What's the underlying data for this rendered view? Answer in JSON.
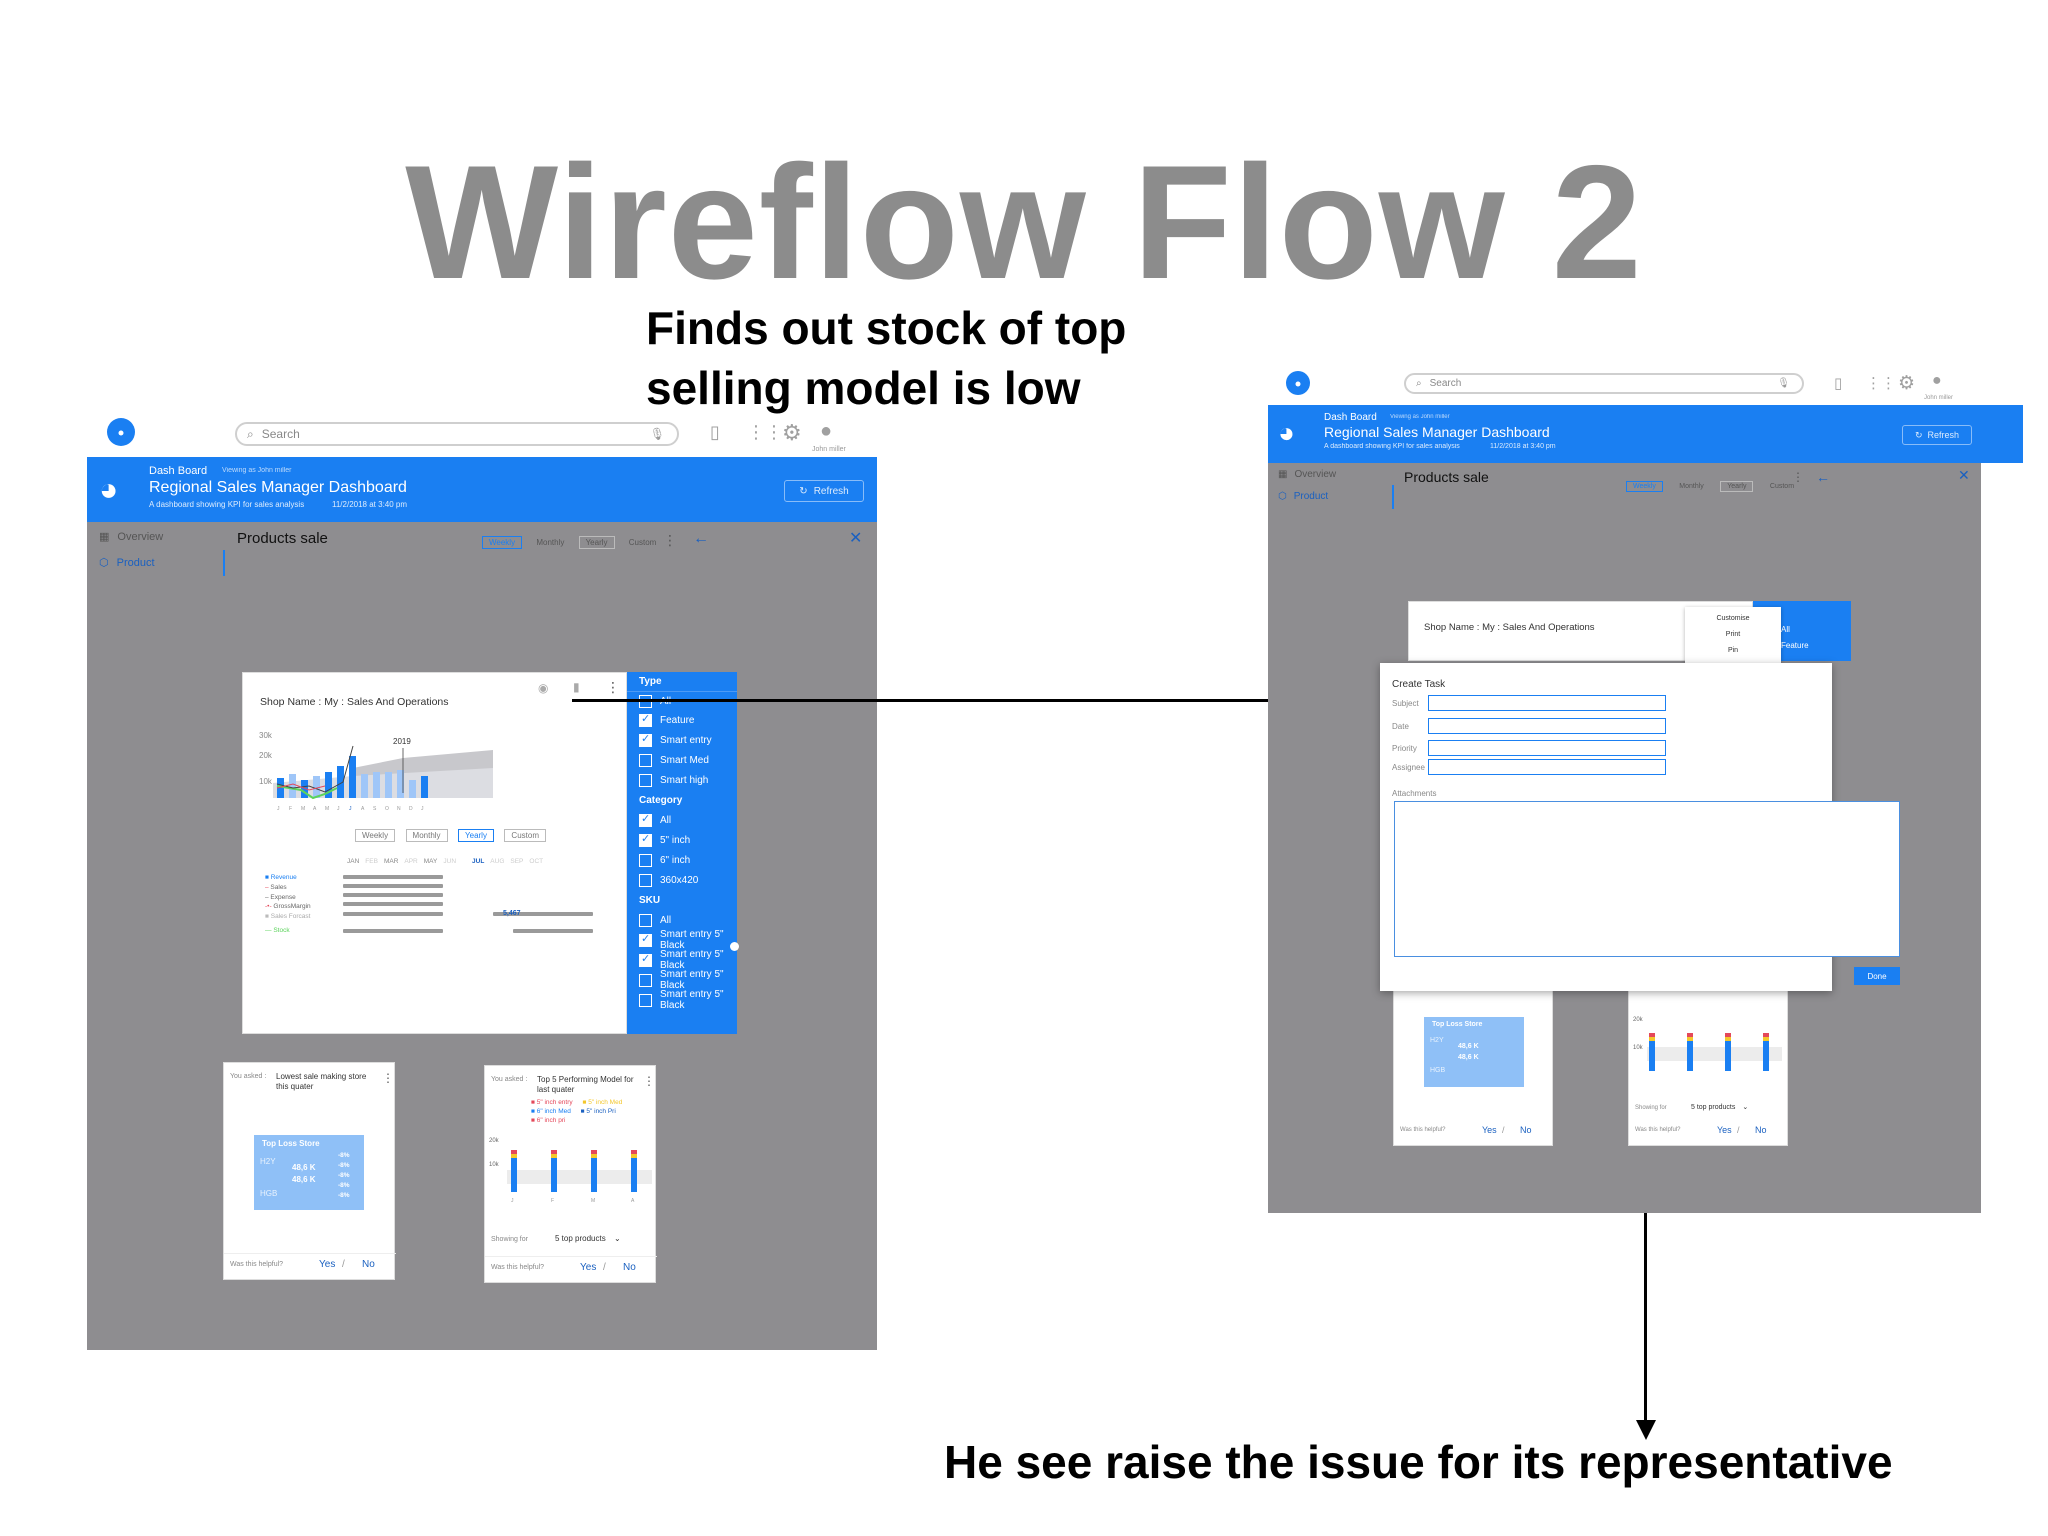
{
  "slide": {
    "title": "Wireflow Flow 2",
    "caption_top": "Finds out stock of top selling model is low",
    "caption_bottom": "He see raise the issue for its representative"
  },
  "left_screen": {
    "search_placeholder": "Search",
    "user_name": "John miller",
    "header": {
      "section": "Dash Board",
      "viewing_as": "Viewing as John miller",
      "title": "Regional Sales Manager Dashboard",
      "subtitle": "A dashboard showing KPI for sales analysis",
      "timestamp": "11/2/2018 at 3:40 pm",
      "refresh": "Refresh"
    },
    "sidebar": {
      "items": [
        {
          "label": "Overview"
        },
        {
          "label": "Product"
        }
      ]
    },
    "page_title": "Products sale",
    "range_tabs": [
      "Weekly",
      "Monthly",
      "Yearly",
      "Custom"
    ],
    "chart_card": {
      "title": "Shop Name : My : Sales And Operations",
      "year_marker": "2019",
      "bottom_tabs": [
        "Weekly",
        "Monthly",
        "Yearly",
        "Custom"
      ],
      "table_months": [
        "JAN",
        "FEB",
        "MAR",
        "APR",
        "MAY",
        "JUN",
        "JUL",
        "AUG",
        "SEP",
        "OCT"
      ],
      "legend": [
        "Revenue",
        "Sales",
        "Expense",
        "GrossMargin",
        "Sales Forcast",
        "Stock"
      ],
      "jul_value": "5,467"
    },
    "filter_panel": {
      "type_heading": "Type",
      "type_items": [
        {
          "label": "All",
          "checked": false
        },
        {
          "label": "Feature",
          "checked": true
        },
        {
          "label": "Smart entry",
          "checked": true
        },
        {
          "label": "Smart Med",
          "checked": false
        },
        {
          "label": "Smart high",
          "checked": false
        }
      ],
      "category_heading": "Category",
      "category_items": [
        {
          "label": "All",
          "checked": true
        },
        {
          "label": "5\" inch",
          "checked": true
        },
        {
          "label": "6\" inch",
          "checked": false
        },
        {
          "label": "360x420",
          "checked": false
        }
      ],
      "sku_heading": "SKU",
      "sku_items": [
        {
          "label": "All",
          "checked": false
        },
        {
          "label": "Smart entry 5\" Black",
          "checked": true
        },
        {
          "label": "Smart entry 5\" Black",
          "checked": true
        },
        {
          "label": "Smart entry 5\" Black",
          "checked": false
        },
        {
          "label": "Smart entry 5\" Black",
          "checked": false
        }
      ]
    },
    "card_loss": {
      "asked_label": "You asked :",
      "question": "Lowest sale making store this quater",
      "box_title": "Top Loss Store",
      "stores": [
        "H2Y",
        "HGB"
      ],
      "values": [
        "48,6 K",
        "48,6 K"
      ],
      "pcts": [
        "-8%",
        "-8%",
        "-8%",
        "-8%",
        "-8%"
      ],
      "helpful": "Was this helpful?",
      "yes": "Yes",
      "no": "No"
    },
    "card_models": {
      "asked_label": "You asked :",
      "question": "Top 5 Performing Model for last quater",
      "legend": [
        "5\" inch entry",
        "5\" inch Med",
        "6\" inch Med",
        "5\" inch Pri",
        "6\" inch pri"
      ],
      "showing_for": "Showing for",
      "dropdown": "5 top products",
      "helpful": "Was this helpful?",
      "yes": "Yes",
      "no": "No"
    }
  },
  "right_screen": {
    "search_placeholder": "Search",
    "user_name": "John miller",
    "header": {
      "section": "Dash Board",
      "viewing_as": "Viewing as John miller",
      "title": "Regional Sales Manager Dashboard",
      "subtitle": "A dashboard showing KPI for sales analysis",
      "timestamp": "11/2/2018 at 3:40 pm",
      "refresh": "Refresh"
    },
    "sidebar": {
      "items": [
        {
          "label": "Overview"
        },
        {
          "label": "Product"
        }
      ]
    },
    "page_title": "Products sale",
    "range_tabs": [
      "Weekly",
      "Monthly",
      "Yearly",
      "Custom"
    ],
    "card_title": "Shop Name : My : Sales And Operations",
    "context_menu": [
      "Customise",
      "Print",
      "Pin"
    ],
    "panel_items": [
      "All",
      "Feature"
    ],
    "create_task": {
      "title": "Create Task",
      "fields": [
        "Subject",
        "Date",
        "Priority",
        "Assignee"
      ],
      "attachments": "Attachments",
      "done": "Done"
    },
    "card_loss": {
      "box_title": "Top Loss Store",
      "stores": [
        "H2Y",
        "HGB"
      ],
      "values": [
        "48,6 K",
        "48,6 K"
      ],
      "helpful": "Was this helpful?",
      "yes": "Yes",
      "no": "No"
    },
    "card_models": {
      "showing_for": "Showing for",
      "dropdown": "5 top products",
      "helpful": "Was this helpful?",
      "yes": "Yes",
      "no": "No"
    }
  }
}
